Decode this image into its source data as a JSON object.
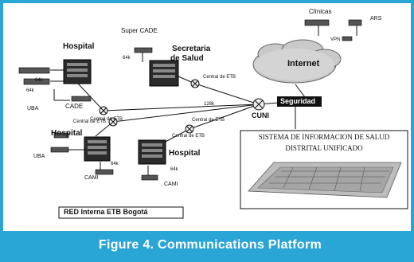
{
  "figure": {
    "caption": "Figure 4. Communications Platform"
  },
  "diagram": {
    "nodes": {
      "hospital_top": "Hospital",
      "cade": "CADE",
      "uba_top": "UBA",
      "super_cade": "Super CADE",
      "secretaria": "Secretaria",
      "de_salud": "de Salud",
      "clinicas": "Clínicas",
      "ars": "ARS",
      "vpn": "VPN",
      "internet": "Internet",
      "seguridad": "Seguridad",
      "cuni": "CUNI",
      "hospital_left": "Hospital",
      "uba_bottom": "UBA",
      "cami_left": "CAMI",
      "hospital_right": "Hospital",
      "cami_right": "CAMI",
      "central_1": "Central de ETB",
      "central_2": "Central de ETB",
      "central_3": "Central de ETB",
      "central_4": "Central de ETB",
      "central_5": "Central de ETB",
      "speed_128": "128k",
      "speed_64_a": "64k",
      "speed_64_b": "64k",
      "speed_64_c": "64k",
      "speed_64_d": "64k",
      "speed_64_e": "64k"
    },
    "system_box": {
      "line1": "SISTEMA DE INFORMACION DE SALUD",
      "line2": "DISTRITAL UNIFICADO"
    },
    "network_label": "RED Interna ETB Bogotá"
  },
  "colors": {
    "accent": "#2aa6d6",
    "node_dark": "#222222"
  }
}
